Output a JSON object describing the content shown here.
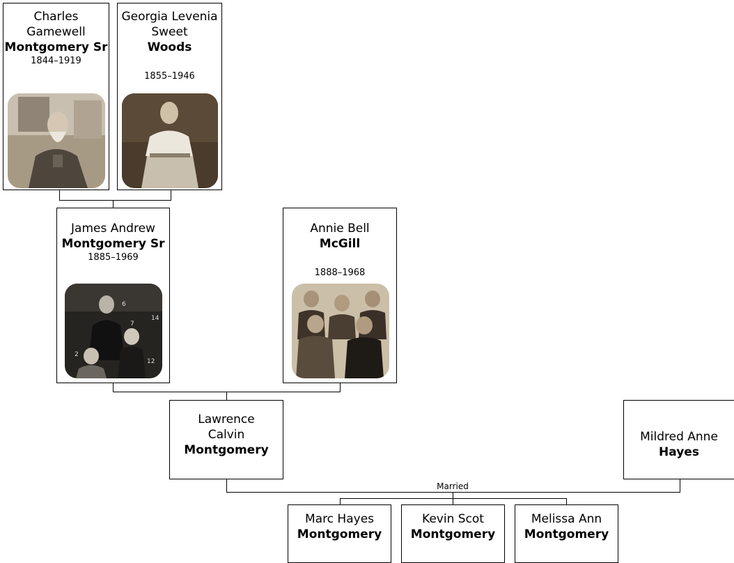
{
  "people": {
    "charles": {
      "given": "Charles Gamewell",
      "surname": "Montgomery Sr",
      "dates": "1844–1919",
      "photo": "portrait-photo"
    },
    "georgia": {
      "given": "Georgia Levenia Sweet",
      "surname": "Woods",
      "dates": "1855–1946",
      "photo": "portrait-photo"
    },
    "james": {
      "given": "James Andrew",
      "surname": "Montgomery Sr",
      "dates": "1885–1969",
      "photo": "family-photo"
    },
    "annie": {
      "given": "Annie Bell",
      "surname": "McGill",
      "dates": "1888–1968",
      "photo": "family-photo"
    },
    "lawrence": {
      "given": "Lawrence Calvin",
      "surname": "Montgomery"
    },
    "mildred": {
      "given": "Mildred Anne",
      "surname": "Hayes"
    },
    "marc": {
      "given": "Marc Hayes",
      "surname": "Montgomery"
    },
    "kevin": {
      "given": "Kevin Scot",
      "surname": "Montgomery"
    },
    "melissa": {
      "given": "Melissa Ann",
      "surname": "Montgomery"
    }
  },
  "relationship": {
    "label": "Married"
  },
  "photo_labels": {
    "james": [
      "6",
      "7",
      "14",
      "2",
      "12"
    ]
  }
}
